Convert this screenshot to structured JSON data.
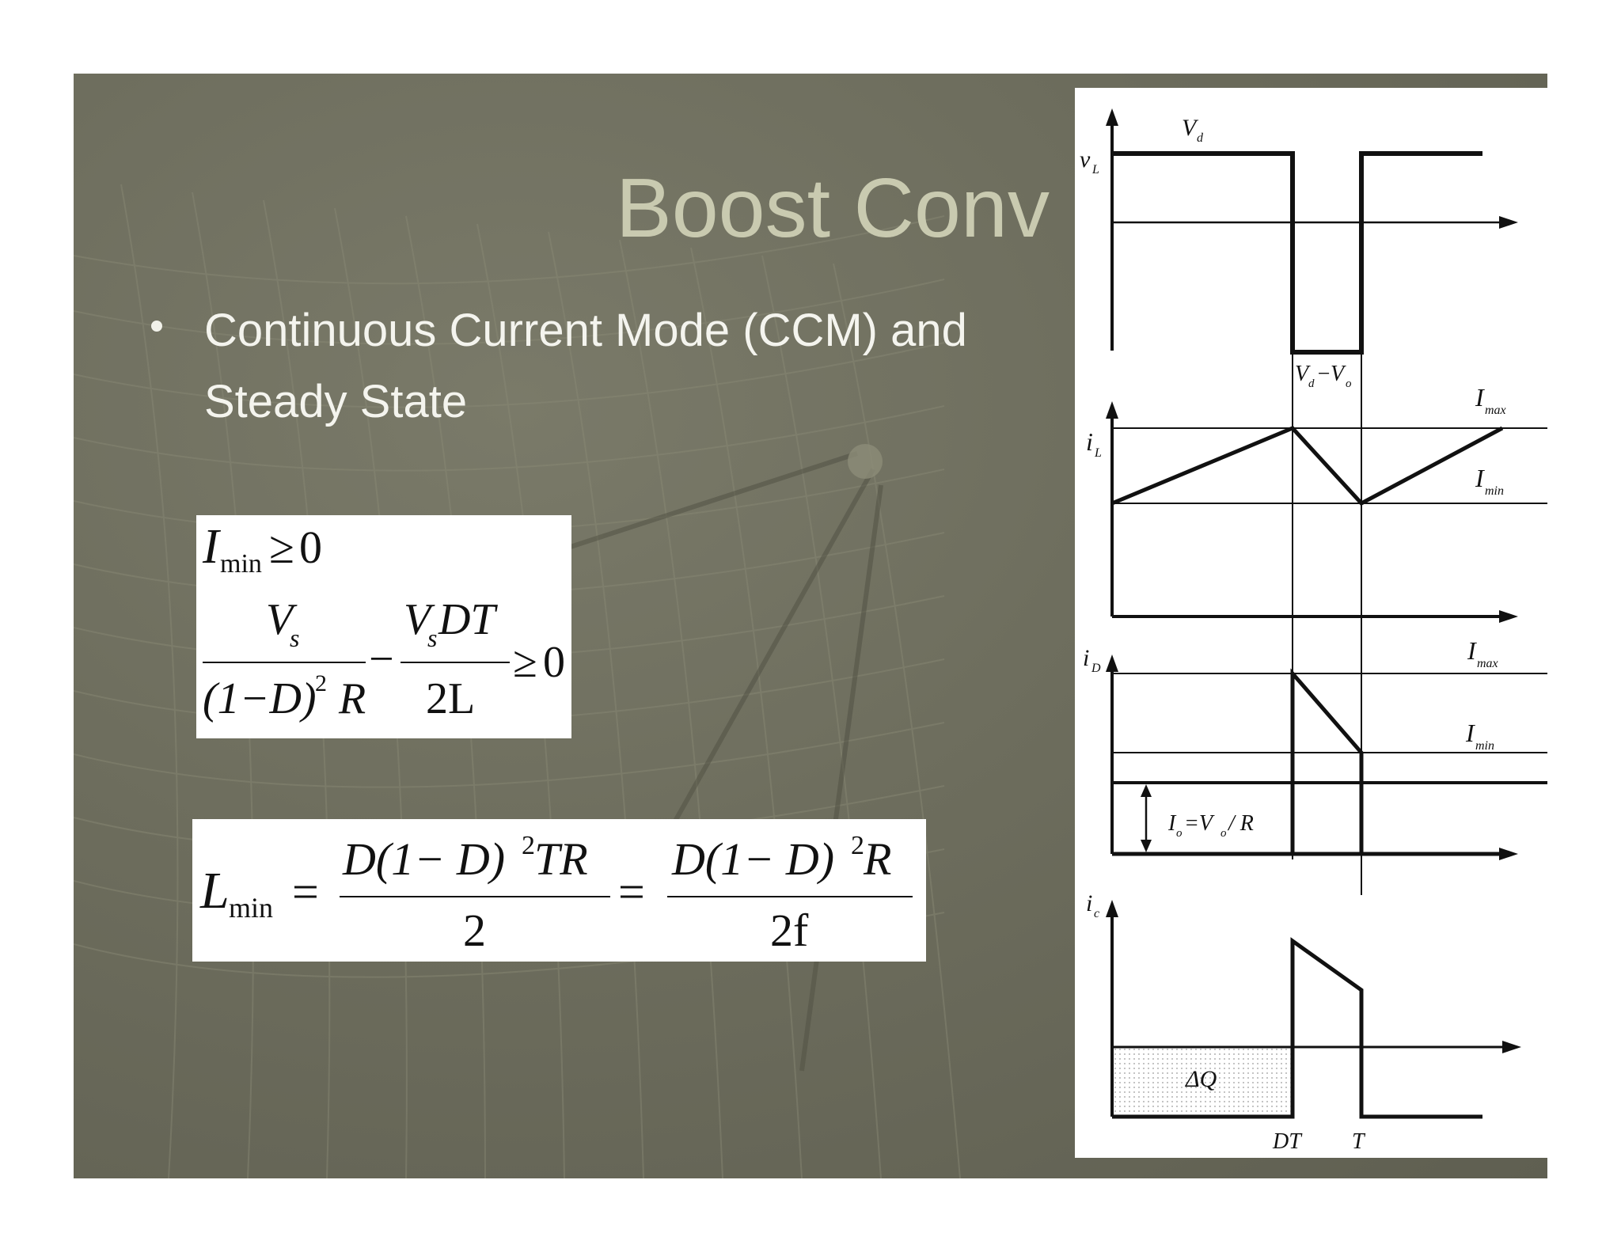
{
  "slide": {
    "title": "Boost Conv",
    "bullet": "Continuous Current Mode (CCM) and Steady State"
  },
  "equation1": {
    "line1": {
      "I": "I",
      "sub_min": "min",
      "ge": "≥",
      "zero": "0"
    },
    "line2": {
      "frac1_num_V": "V",
      "frac1_num_sub": "s",
      "frac1_den": "(1−D)",
      "frac1_den_sup": "2",
      "frac1_den_R": "R",
      "minus": "−",
      "frac2_num_V": "V",
      "frac2_num_sub": "s",
      "frac2_num_rest": "DT",
      "frac2_den": "2L",
      "ge": "≥",
      "zero": "0"
    }
  },
  "equation2": {
    "L": "L",
    "sub_min": "min",
    "eq1": "=",
    "eq2": "=",
    "frac1_num_a": "D(1− D)",
    "frac1_num_sup": "2",
    "frac1_num_b": " TR",
    "frac1_den": "2",
    "frac2_num_a": "D(1− D)",
    "frac2_num_sup": "2",
    "frac2_num_b": " R",
    "frac2_den": "2f"
  },
  "waveforms": {
    "vL": {
      "axis": "v",
      "axis_sub": "L",
      "high": "V",
      "high_sub": "d",
      "low_a": "V",
      "low_a_sub": "d",
      "low_dash": "−",
      "low_b": "V",
      "low_b_sub": "o"
    },
    "iL": {
      "axis": "i",
      "axis_sub": "L",
      "imax": "I",
      "imax_sub": "max",
      "imin": "I",
      "imin_sub": "min"
    },
    "iD": {
      "axis": "i",
      "axis_sub": "D",
      "imax": "I",
      "imax_sub": "max",
      "imin": "I",
      "imin_sub": "min",
      "io_a": "I",
      "io_a_sub": "o",
      "io_eq": "=V",
      "io_eq_sub": "o",
      "io_rest": " / R"
    },
    "ic": {
      "axis": "i",
      "axis_sub": "c",
      "dq": "ΔQ"
    },
    "time_labels": {
      "dt": "DT",
      "t": "T"
    }
  },
  "colors": {
    "slide_bg": "#6d6d5d",
    "title": "#c9cab0",
    "bullet": "#f4f4ee"
  }
}
